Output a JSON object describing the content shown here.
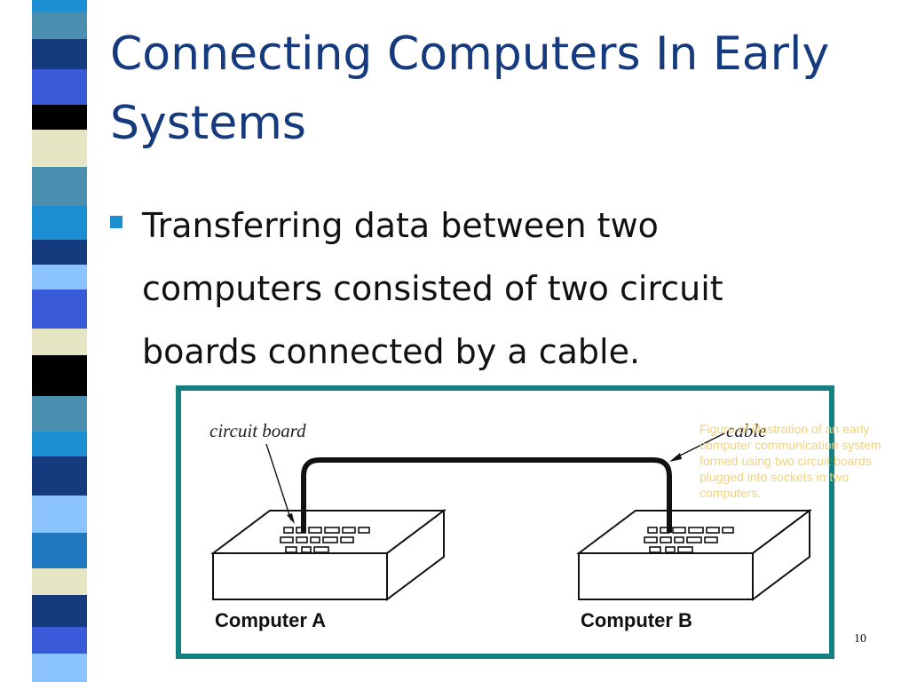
{
  "slide": {
    "title": "Connecting Computers In Early Systems",
    "bullets": [
      "Transferring data between two computers consisted of two circuit boards connected by a cable."
    ],
    "page_number": "10"
  },
  "figure": {
    "callout_circuit_board": "circuit board",
    "callout_cable": "cable",
    "computer_a_label": "Computer A",
    "computer_b_label": "Computer B",
    "alt_text": "Figure of illustration of an early computer communication system formed using two circuit boards plugged into sockets in two computers."
  },
  "colors": {
    "title": "#163a7e",
    "bullet_marker": "#1c8fd2",
    "figure_border": "#15807f",
    "stripes": [
      "#1c8fd2",
      "#163a7e",
      "#e6e6c5",
      "#000000",
      "#8bc3ff",
      "#4a8fb0",
      "#1f78c0",
      "#3a5bd9"
    ]
  }
}
